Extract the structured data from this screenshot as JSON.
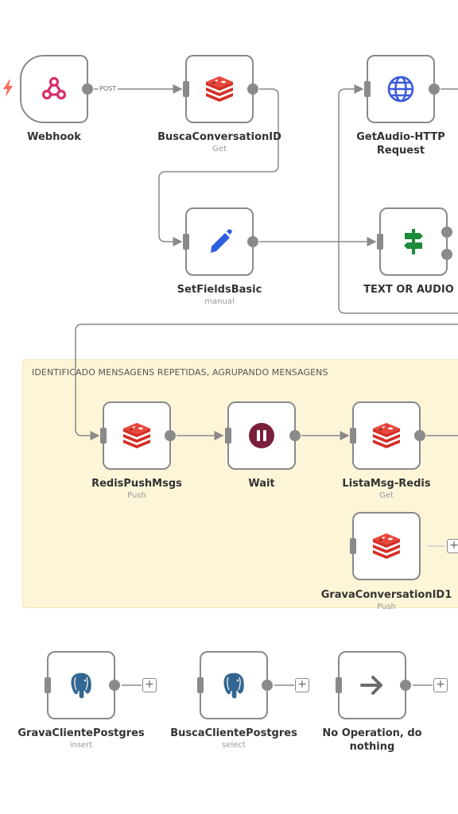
{
  "sticky_note": {
    "text": "IDENTIFICADO MENSAGENS REPETIDAS, AGRUPANDO MENSAGENS"
  },
  "edge_labels": {
    "webhook_method": "POST"
  },
  "nodes": {
    "webhook": {
      "name": "Webhook",
      "sub": "",
      "icon": "webhook-icon"
    },
    "busca_conversation": {
      "name": "BuscaConversationID",
      "sub": "Get",
      "icon": "redis-icon"
    },
    "get_audio": {
      "name": "GetAudio-HTTP Request",
      "sub": "",
      "icon": "globe-icon"
    },
    "set_fields": {
      "name": "SetFieldsBasic",
      "sub": "manual",
      "icon": "pen-icon"
    },
    "text_or_audio": {
      "name": "TEXT OR AUDIO ?",
      "sub": "",
      "icon": "signpost-icon"
    },
    "redis_push": {
      "name": "RedisPushMsgs",
      "sub": "Push",
      "icon": "redis-icon"
    },
    "wait": {
      "name": "Wait",
      "sub": "",
      "icon": "pause-icon"
    },
    "lista_msg": {
      "name": "ListaMsg-Redis",
      "sub": "Get",
      "icon": "redis-icon"
    },
    "grava_conversation": {
      "name": "GravaConversationID1",
      "sub": "Push",
      "icon": "redis-icon"
    },
    "grava_cliente": {
      "name": "GravaClientePostgres",
      "sub": "insert",
      "icon": "postgres-icon"
    },
    "busca_cliente": {
      "name": "BuscaClientePostgres",
      "sub": "select",
      "icon": "postgres-icon"
    },
    "no_op": {
      "name": "No Operation, do nothing",
      "sub": "",
      "icon": "arrow-right-icon"
    }
  },
  "add_button_symbol": "+",
  "colors": {
    "redis": "#d42f26",
    "globe": "#3b5bd9",
    "pen": "#2c5fe0",
    "signpost": "#1e8a3c",
    "wait": "#7a1e3a",
    "postgres": "#336791",
    "trigger": "#ff6d5a",
    "sticky_bg": "#fdf5d8"
  }
}
